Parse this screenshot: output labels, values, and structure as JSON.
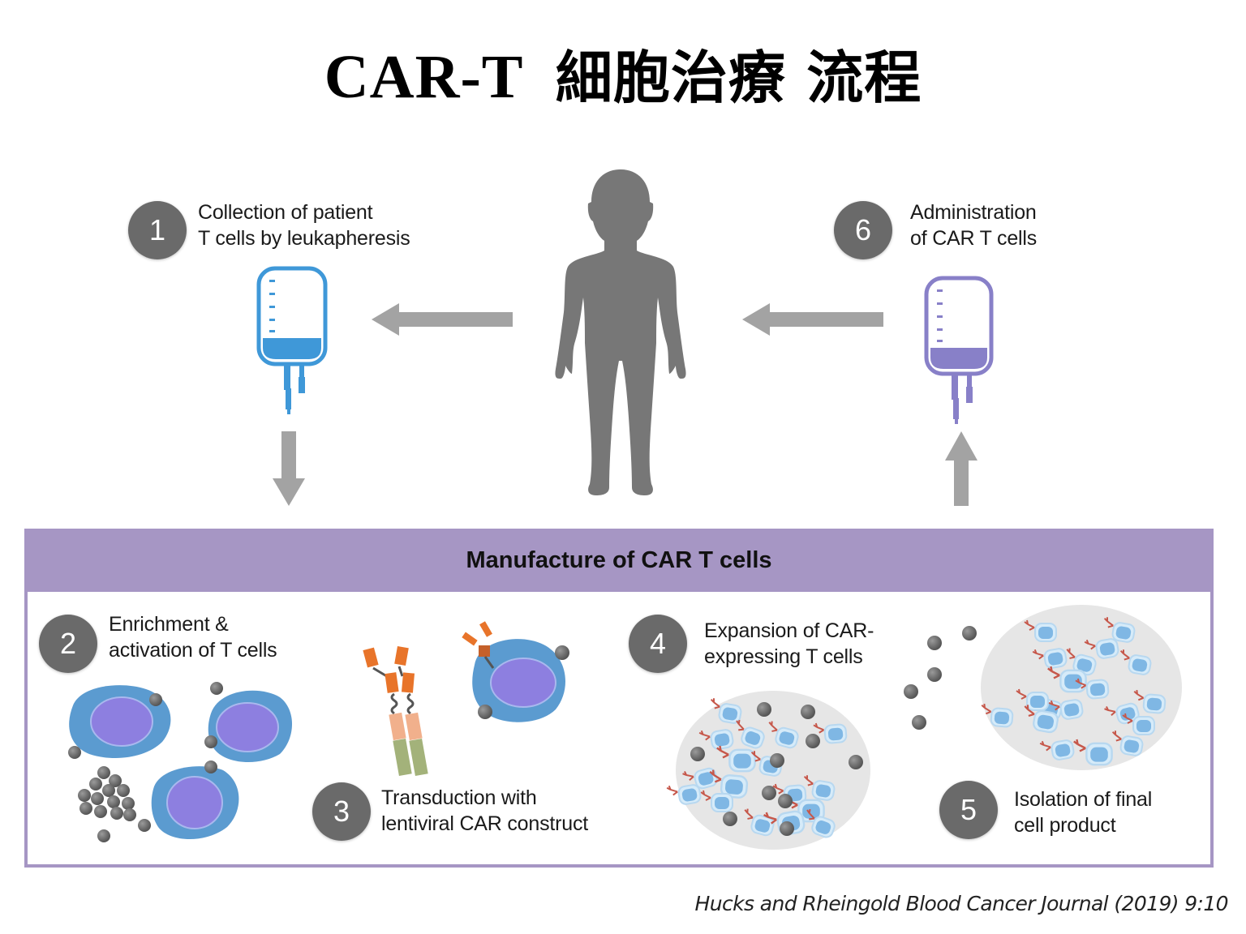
{
  "title": {
    "latin": "CAR-T",
    "cjk": "細胞治療 流程"
  },
  "colors": {
    "badge": "#6a6a6a",
    "arrow": "#a3a3a3",
    "silhouette": "#777777",
    "collection_bag": "#3f98d8",
    "administration_bag": "#8880c8",
    "manufacture_header": "#a696c4",
    "cell_cytoplasm": "#5b9bd0",
    "cell_nucleus": "#8d7fe0",
    "car_domain": "#e8742a",
    "car_hinge": "#f1b08c",
    "car_tail": "#a3b27a",
    "bead": "#6b6b6b",
    "culture_dish": "#e6e6e6",
    "car_t_cell": "#a9d1ef"
  },
  "steps": [
    {
      "number": "1",
      "line1": "Collection of patient",
      "line2": "T cells by leukapheresis"
    },
    {
      "number": "2",
      "line1": "Enrichment &",
      "line2": "activation of T cells"
    },
    {
      "number": "3",
      "line1": "Transduction with",
      "line2": "lentiviral CAR construct"
    },
    {
      "number": "4",
      "line1": "Expansion of CAR-",
      "line2": "expressing T cells"
    },
    {
      "number": "5",
      "line1": "Isolation of final",
      "line2": "cell product"
    },
    {
      "number": "6",
      "line1": "Administration",
      "line2": "of CAR T cells"
    }
  ],
  "manufacture": {
    "header": "Manufacture of CAR T cells"
  },
  "icons": {
    "patient": "person-silhouette-icon",
    "collection_bag": "iv-bag-icon",
    "administration_bag": "iv-bag-icon",
    "arrows": [
      "arrow-left-icon",
      "arrow-left-icon",
      "arrow-down-icon",
      "arrow-up-icon"
    ]
  },
  "citation": "Hucks and Rheingold Blood Cancer Journal (2019) 9:10"
}
